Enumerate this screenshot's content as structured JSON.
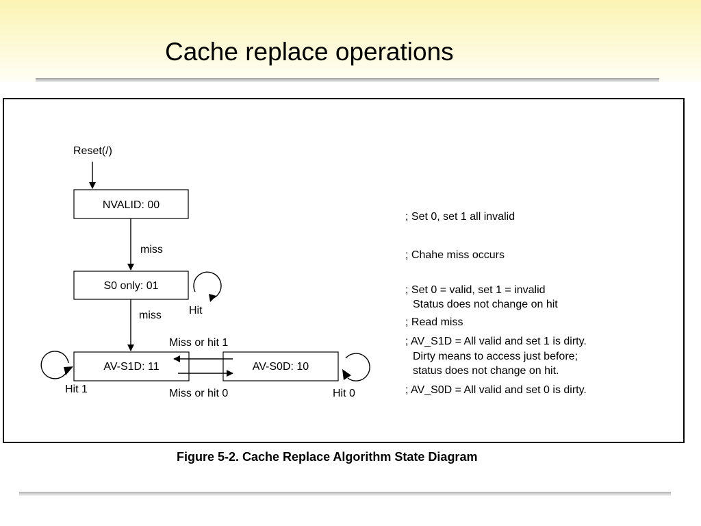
{
  "slide": {
    "title": "Cache replace operations",
    "caption": "Figure 5-2. Cache Replace Algorithm State Diagram"
  },
  "diagram": {
    "reset_label": "Reset(/)",
    "states": {
      "nvalid": "NVALID: 00",
      "s0only": "S0 only: 01",
      "avs1d": "AV-S1D: 11",
      "avs0d": "AV-S0D: 10"
    },
    "transitions": {
      "miss_1": "miss",
      "miss_2": "miss",
      "hit": "Hit",
      "miss_or_hit_1": "Miss or hit 1",
      "miss_or_hit_0": "Miss or hit 0",
      "hit_1": "Hit 1",
      "hit_0": "Hit 0"
    },
    "notes": [
      "; Set 0, set 1 all invalid",
      "; Chahe miss occurs",
      "; Set 0 = valid, set 1 = invalid",
      "Status does not change on hit",
      "; Read miss",
      "; AV_S1D = All valid and set 1 is dirty.",
      "Dirty means to access just before;",
      "status does not change on hit.",
      "; AV_S0D = All valid and set 0 is dirty."
    ]
  }
}
